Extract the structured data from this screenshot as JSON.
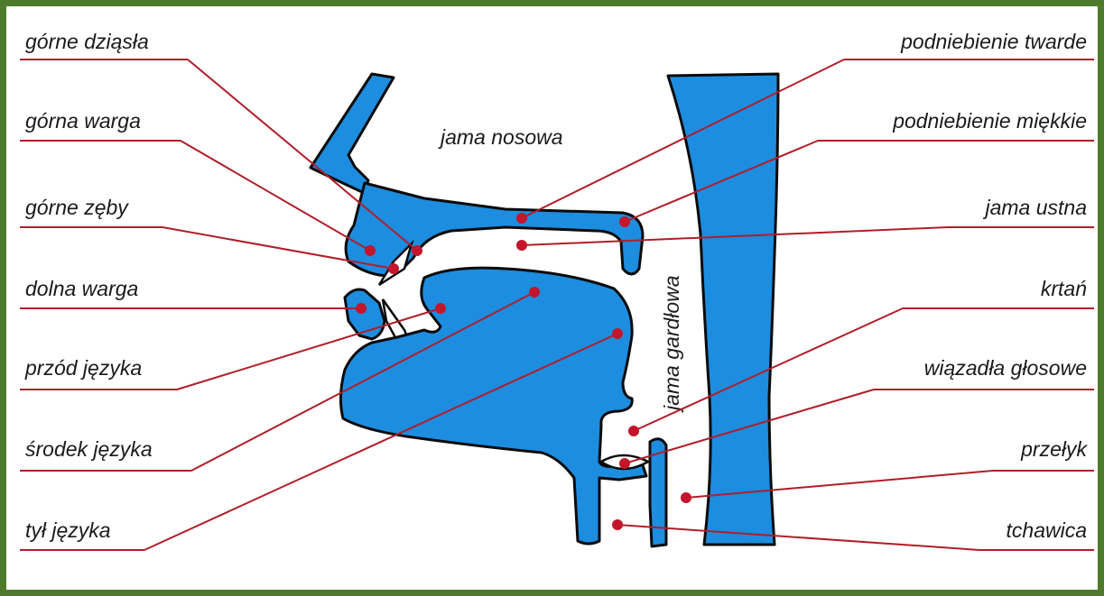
{
  "colors": {
    "frame": "#4e7a2c",
    "organ": "#1d8de0",
    "leader": "#b01e2a",
    "dot": "#c3162a"
  },
  "labels_left": [
    "górne dziąsła",
    "górna warga",
    "górne zęby",
    "dolna warga",
    "przód języka",
    "środek języka",
    "tył języka"
  ],
  "labels_right": [
    "podniebienie twarde",
    "podniebienie miękkie",
    "jama ustna",
    "krtań",
    "wiązadła głosowe",
    "przełyk",
    "tchawica"
  ],
  "center_labels": {
    "nasal": "jama nosowa",
    "pharynx": "jama gardłowa"
  }
}
